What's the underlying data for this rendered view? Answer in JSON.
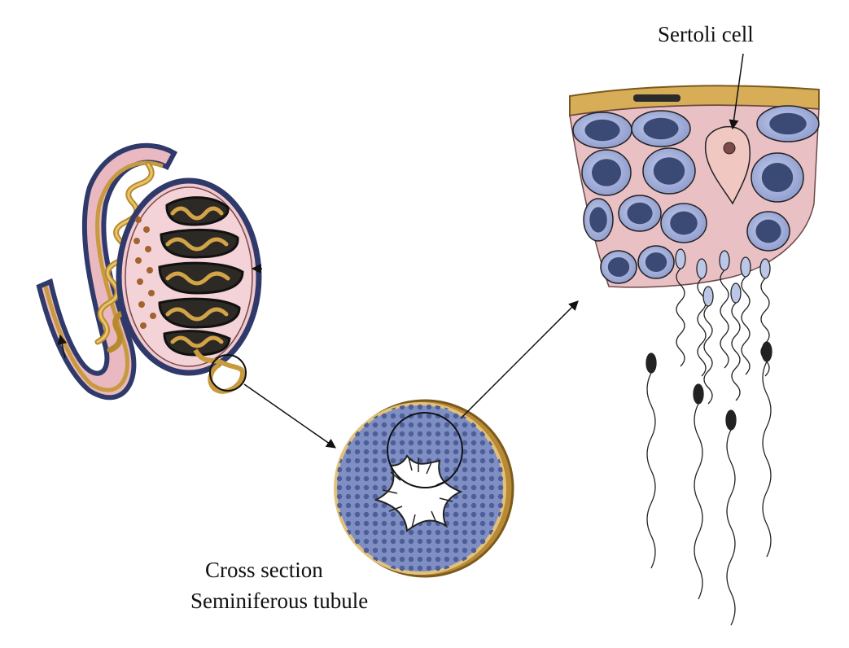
{
  "labels": {
    "sertoli": "Sertoli cell",
    "cross_section": "Cross section",
    "seminiferous_tubule": "Seminiferous tubule"
  },
  "colors": {
    "background": "#ffffff",
    "tunica_pink": "#eec0c6",
    "tubule_gold": "#c79a3e",
    "cell_blue": "#a9b6dd",
    "nucleus_dark": "#3b4a74",
    "sheath_navy": "#2f3a6b",
    "outline": "#111111"
  },
  "icons": {
    "testis": "testis-illustration",
    "tubule": "tubule-cross-section",
    "epithelium": "epithelium-illustration"
  }
}
